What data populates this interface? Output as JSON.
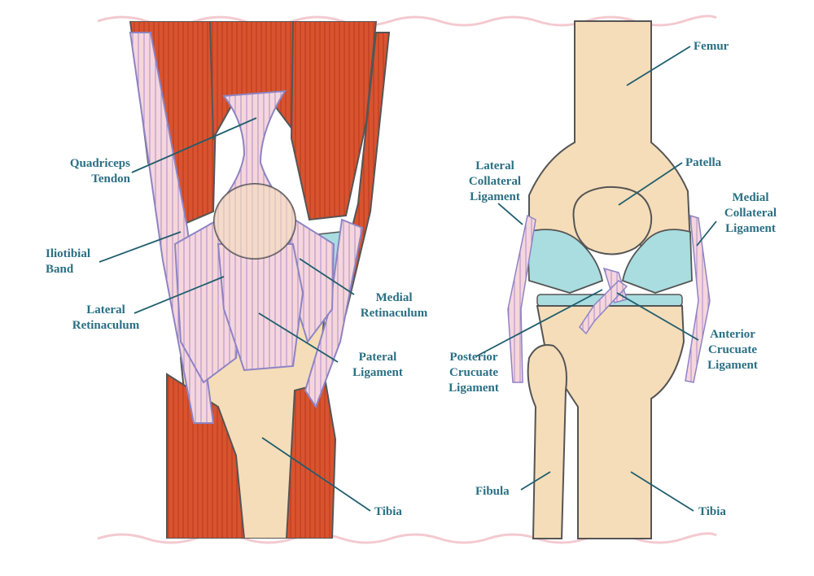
{
  "colors": {
    "muscle": "#d9532f",
    "muscle_dark": "#b13d22",
    "tendon": "#f6d6dc",
    "tendon_line": "#9b8ec9",
    "bone": "#f5ddb9",
    "bone_dark": "#e7c79c",
    "cartilage": "#a9dde0",
    "outline": "#555555",
    "label": "#2a6f83",
    "border_wave": "#f3c9cf"
  },
  "labels": {
    "quadriceps_tendon": [
      "Quadriceps",
      "Tendon"
    ],
    "iliotibial_band": [
      "Iliotibial",
      "Band"
    ],
    "lateral_retinaculum": [
      "Lateral",
      "Retinaculum"
    ],
    "medial_retinaculum": [
      "Medial",
      "Retinaculum"
    ],
    "pateral_ligament": [
      "Pateral",
      "Ligament"
    ],
    "tibia_left": "Tibia",
    "femur": "Femur",
    "lateral_collateral_ligament": [
      "Lateral",
      "Collateral",
      "Ligament"
    ],
    "patella": "Patella",
    "medial_collateral_ligament": [
      "Medial",
      "Collateral",
      "Ligament"
    ],
    "anterior_cruciate_ligament": [
      "Anterior",
      "Crucuate",
      "Ligament"
    ],
    "posterior_cruciate_ligament": [
      "Posterior",
      "Crucuate",
      "Ligament"
    ],
    "fibula": "Fibula",
    "tibia_right": "Tibia"
  }
}
